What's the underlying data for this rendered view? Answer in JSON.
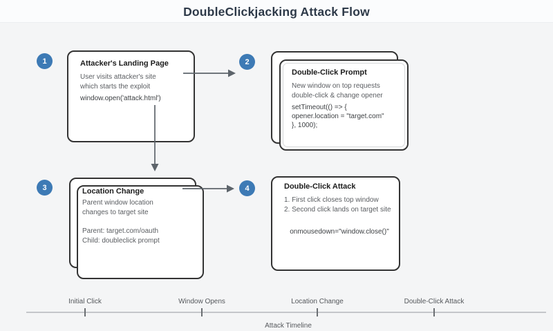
{
  "title": "DoubleClickjacking Attack Flow",
  "steps": [
    {
      "number": "1",
      "title": "Attacker's Landing Page",
      "body": [
        "User visits attacker's site",
        "which starts the exploit"
      ],
      "code": [
        "window.open('attack.html')"
      ]
    },
    {
      "number": "2",
      "title": "Double-Click Prompt",
      "body": [
        "New window on top requests",
        "double-click & change opener"
      ],
      "code": [
        "setTimeout(() => {",
        "opener.location = \"target.com\"",
        "}, 1000);"
      ]
    },
    {
      "number": "3",
      "title": "Location Change",
      "body": [
        "Parent window location",
        "changes to target site"
      ],
      "body2": [
        "Parent: target.com/oauth",
        "Child: doubleclick prompt"
      ]
    },
    {
      "number": "4",
      "title": "Double-Click Attack",
      "body": [
        "1. First click closes top window",
        "2. Second click lands on target site"
      ],
      "code": [
        "onmousedown=\"window.close()\""
      ]
    }
  ],
  "timeline": {
    "caption": "Attack Timeline",
    "milestones": [
      "Initial Click",
      "Window Opens",
      "Location Change",
      "Double-Click Attack"
    ]
  },
  "colors": {
    "badge": "#3d7ab5",
    "card_border": "#333333",
    "background": "#f4f5f6",
    "arrow": "#5d646b",
    "title_text": "#2e3a49"
  }
}
